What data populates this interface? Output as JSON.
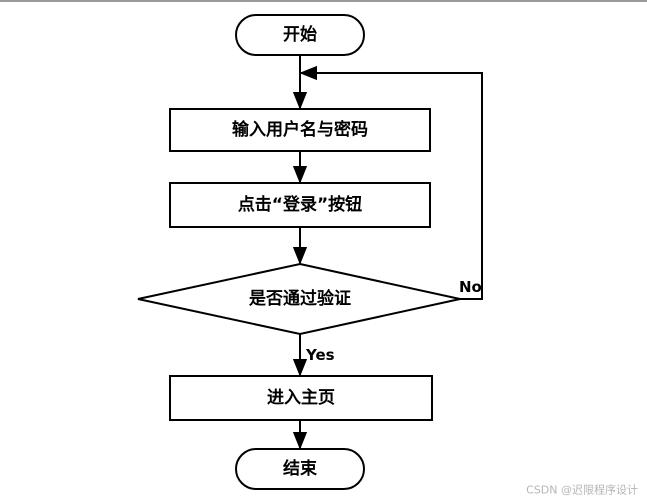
{
  "nodes": {
    "start": "开始",
    "input_credentials": "输入用户名与密码",
    "click_login": "点击“登录”按钮",
    "verify": "是否通过验证",
    "enter_home": "进入主页",
    "end": "结束"
  },
  "edges": {
    "yes": "Yes",
    "no": "No"
  },
  "watermark": "CSDN @迟限程序设计"
}
